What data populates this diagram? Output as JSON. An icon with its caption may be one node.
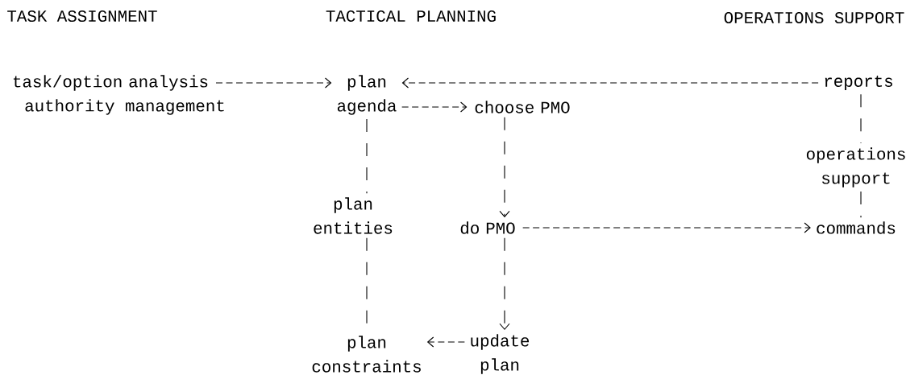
{
  "diagram": {
    "nodes": [
      {
        "text": [
          "task/option analysis"
        ]
      },
      {
        "text": [
          "plan agenda"
        ]
      },
      {
        "text": [
          "reports"
        ]
      },
      {
        "text": [
          "choose PMO"
        ]
      },
      {
        "text": [
          "operations support"
        ]
      },
      {
        "text": [
          "commands"
        ]
      },
      {
        "text": [
          "plan entities"
        ]
      },
      {
        "text": [
          "do PMO"
        ]
      },
      {
        "text": [
          "plan constraints"
        ]
      },
      {
        "text": [
          "update plan"
        ]
      }
    ],
    "edges": [
      {
        "from": 0,
        "to": 1,
        "arrow": "to"
      },
      {
        "from": 2,
        "to": 1,
        "arrow": "to"
      },
      {
        "from": 1,
        "to": 3,
        "arrow": "to"
      },
      {
        "from": 1,
        "to": 6,
        "arrow": "none"
      },
      {
        "from": 6,
        "to": 8,
        "arrow": "none"
      },
      {
        "from": 3,
        "to": 7,
        "arrow": "to"
      },
      {
        "from": 7,
        "to": 9,
        "arrow": "to"
      },
      {
        "from": 9,
        "to": 8,
        "arrow": "to"
      },
      {
        "from": 7,
        "to": 5,
        "arrow": "to"
      },
      {
        "from": 2,
        "to": 4,
        "arrow": "none"
      },
      {
        "from": 4,
        "to": 5,
        "arrow": "none"
      }
    ],
    "labels": [
      "TASK ASSIGNMENT",
      "TACTICAL PLANNING",
      "OPERATIONS SUPPORT",
      "authority management"
    ]
  }
}
